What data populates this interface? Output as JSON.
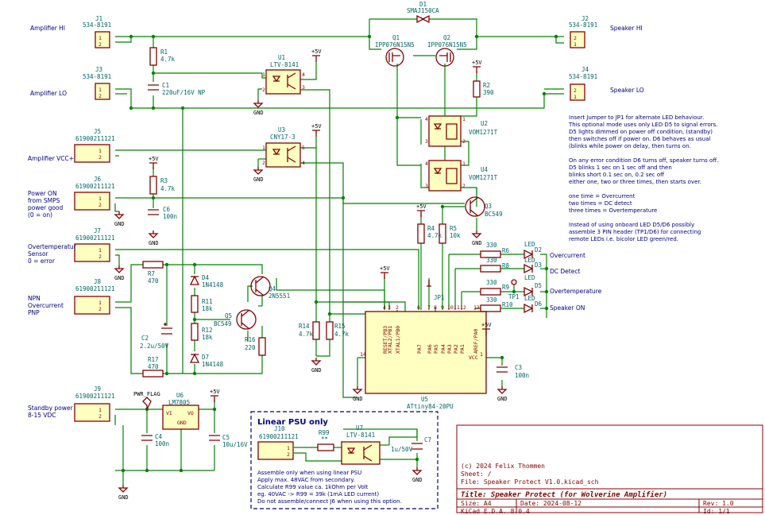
{
  "connectors": {
    "J1": {
      "ref": "J1",
      "value": "534-8191",
      "label": "Amplifier HI"
    },
    "J3": {
      "ref": "J3",
      "value": "534-8191",
      "label": "Amplifier LO"
    },
    "J5": {
      "ref": "J5",
      "value": "61900211121",
      "label": "Amplifier VCC+"
    },
    "J6": {
      "ref": "J6",
      "value": "61900211121",
      "label1": "Power ON",
      "label2": "from SMPS",
      "label3": "power good",
      "label4": "(0 = on)"
    },
    "J7": {
      "ref": "J7",
      "value": "61900211121",
      "label1": "Overtemperatur",
      "label2": "Sensor",
      "label3": "0 = error"
    },
    "J8": {
      "ref": "J8",
      "value": "61900211121",
      "label1": "NPN",
      "label2": "Overcurrent",
      "label3": "PNP"
    },
    "J9": {
      "ref": "J9",
      "value": "61900211121",
      "label1": "Standby power",
      "label2": "8-15 VDC"
    },
    "J2": {
      "ref": "J2",
      "value": "534-8191",
      "label": "Speaker HI"
    },
    "J4": {
      "ref": "J4",
      "value": "534-8191",
      "label": "Speaker LO"
    },
    "J10": {
      "ref": "J10",
      "value": "61900211121"
    }
  },
  "components": {
    "D1": {
      "ref": "D1",
      "value": "SMAJ150CA"
    },
    "Q1": {
      "ref": "Q1",
      "value": "IPP076N15N5"
    },
    "Q2": {
      "ref": "Q2",
      "value": "IPP076N15N5"
    },
    "R1": {
      "ref": "R1",
      "value": "4.7k"
    },
    "C1": {
      "ref": "C1",
      "value": "220uF/16V NP"
    },
    "U1": {
      "ref": "U1",
      "value": "LTV-8141"
    },
    "U3": {
      "ref": "U3",
      "value": "CNY17-3"
    },
    "R2": {
      "ref": "R2",
      "value": "390"
    },
    "U2": {
      "ref": "U2",
      "value": "VOM1271T"
    },
    "U4": {
      "ref": "U4",
      "value": "VOM1271T"
    },
    "R3": {
      "ref": "R3",
      "value": "4.7k"
    },
    "C6": {
      "ref": "C6",
      "value": "100n"
    },
    "Q3": {
      "ref": "Q3",
      "value": "BC549"
    },
    "R4": {
      "ref": "R4",
      "value": "4.7k"
    },
    "R5": {
      "ref": "R5",
      "value": "10k"
    },
    "R7": {
      "ref": "R7",
      "value": "470"
    },
    "D4": {
      "ref": "D4",
      "value": "1N4148"
    },
    "R11": {
      "ref": "R11",
      "value": "18k"
    },
    "R12": {
      "ref": "R12",
      "value": "18k"
    },
    "D7": {
      "ref": "D7",
      "value": "1N4148"
    },
    "Q4": {
      "ref": "Q4",
      "value": "2N5551"
    },
    "Q5": {
      "ref": "Q5",
      "value": "BC549"
    },
    "R16": {
      "ref": "R16",
      "value": "220"
    },
    "C2": {
      "ref": "C2",
      "value": "2.2u/50V"
    },
    "R17": {
      "ref": "R17",
      "value": "470"
    },
    "R14": {
      "ref": "R14",
      "value": "4.7k"
    },
    "R15": {
      "ref": "R15",
      "value": "4.7k"
    },
    "JP1": {
      "ref": "JP1"
    },
    "U5": {
      "ref": "U5",
      "value": "ATtiny84-20PU"
    },
    "C3": {
      "ref": "C3",
      "value": "100n"
    },
    "R6": {
      "ref": "R6",
      "value": "330"
    },
    "R8": {
      "ref": "R8",
      "value": "330"
    },
    "R9": {
      "ref": "R9",
      "value": "330"
    },
    "R10": {
      "ref": "R10",
      "value": "330"
    },
    "TP1": {
      "ref": "TP1"
    },
    "D2": {
      "ref": "D2",
      "value": "LED",
      "label": "Overcurrent"
    },
    "D3": {
      "ref": "D3",
      "value": "LED",
      "label": "DC Detect"
    },
    "D5": {
      "ref": "D5",
      "value": "LED",
      "label": "Overtemperature"
    },
    "D6": {
      "ref": "D6",
      "value": "LED",
      "label": "Speaker ON"
    },
    "U6": {
      "ref": "U6",
      "value": "LM7805"
    },
    "C4": {
      "ref": "C4",
      "value": "100n"
    },
    "C5": {
      "ref": "C5",
      "value": "10u/16V"
    },
    "R99": {
      "ref": "R99",
      "value": "**"
    },
    "U7": {
      "ref": "U7",
      "value": "LTV-8141"
    },
    "C7": {
      "ref": "C7",
      "value": "1u/50V"
    }
  },
  "mcu_pins": [
    "RESET/PB3",
    "XTAL2/PB1",
    "XTAL1/PB0",
    "PA7",
    "PA6",
    "PA5",
    "PA4",
    "PA3",
    "PA2",
    "PA1",
    "AREF/PA0"
  ],
  "mcu_pin_numbers": [
    "4",
    "3",
    "2",
    "6",
    "7",
    "8",
    "9",
    "10",
    "11",
    "12",
    "13"
  ],
  "power": {
    "p5v": "+5V",
    "gnd": "GND",
    "pwr_flag": "PWR_FLAG",
    "vcc": "VCC",
    "vi": "VI",
    "vo": "VO",
    "gndpin": "GND"
  },
  "notes": {
    "jumper": [
      "Insert Jumper to JP1 for alternate LED behaviour.",
      "This optional mode uses only LED D5 to signal errors.",
      "D5 lights dimmed on power off condition, (standby)",
      "then switches off if power on. D6 behaves as usual",
      "(blinks while power on delay, then turns on.",
      "",
      "On any error condition D6 turns off, speaker turns off.",
      "D5 blinks 1 sec on 1 sec off and then",
      "blinks short 0.1 sec on, 0.2 sec off",
      "either one, two or three times, then starts over.",
      "",
      "one time = Overcurrent",
      "two times = DC detect",
      "three times = Overtemperature",
      "",
      "Instead of using onboard LED D5/D6 possibly",
      "assemble 3 PIN header (TP1/D6) for connecting",
      "remote LEDs i.e. bicolor LED green/red."
    ],
    "psu_title": "Linear PSU only",
    "psu": [
      "Assemble only when using linear PSU",
      "Apply max. 48VAC from secondary.",
      "Calculate R99 value ca. 1kOhm per Volt",
      "eg. 40VAC -> R99 = 39k (1mA LED current)",
      "Do not assemble/connect J6 when using this option."
    ]
  },
  "title_block": {
    "copyright": "(c) 2024 Felix Thommen",
    "sheet": "Sheet: /",
    "file": "File: Speaker Protect V1.0.kicad_sch",
    "title": "Title: Speaker Protect (for Wolverine Amplifier)",
    "size": "Size: A4",
    "date": "Date: 2024-08-12",
    "rev": "Rev: 1.0",
    "tool": "KiCad E.D.A. 8.0.4",
    "id": "Id: 1/1"
  }
}
